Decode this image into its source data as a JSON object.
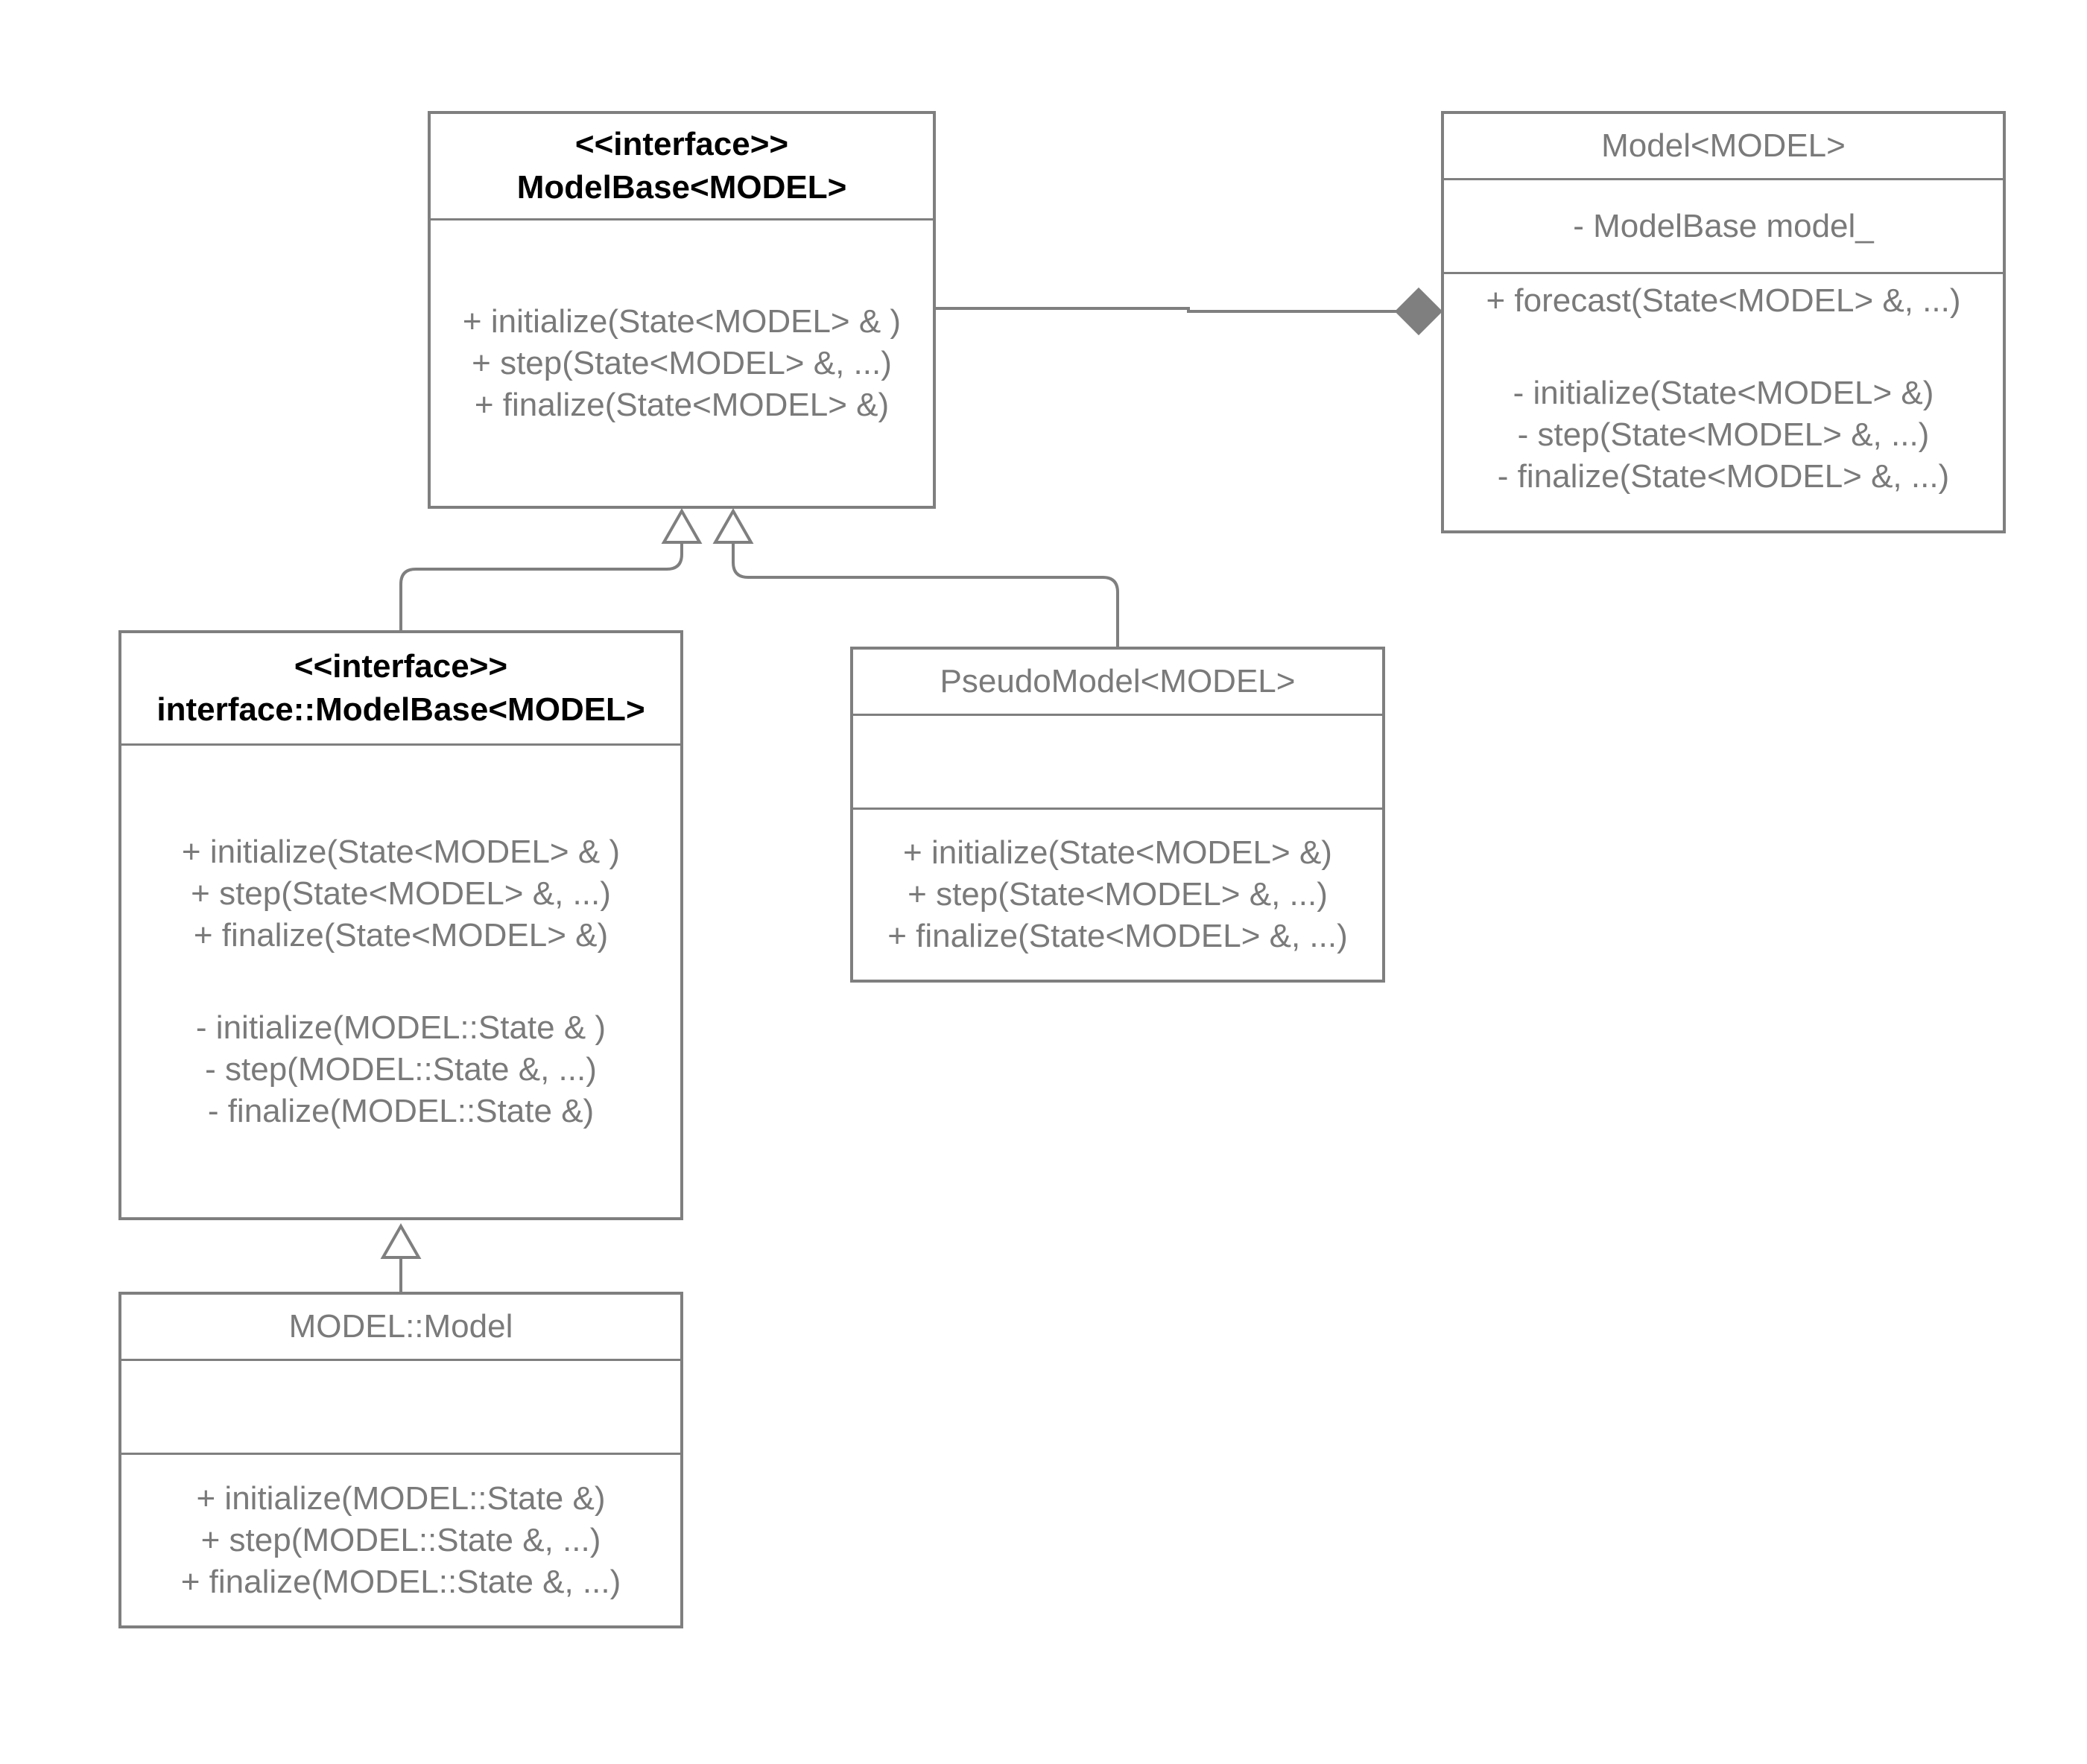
{
  "colors": {
    "line": "#7f7f7f",
    "text": "#7a7a7a",
    "header_text": "#000000",
    "background": "#ffffff"
  },
  "model_base": {
    "stereotype": "<<interface>>",
    "name": "ModelBase<MODEL>",
    "methods": [
      "+ initialize(State<MODEL> & )",
      "+ step(State<MODEL> &,  ...)",
      "+ finalize(State<MODEL> &)"
    ]
  },
  "model": {
    "name": "Model<MODEL>",
    "attribute": "- ModelBase model_",
    "public_methods": [
      "+ forecast(State<MODEL> &, ...)"
    ],
    "private_methods": [
      "- initialize(State<MODEL> &)",
      "- step(State<MODEL> &, ...)",
      "- finalize(State<MODEL> &, ...)"
    ]
  },
  "interface_model_base": {
    "stereotype": "<<interface>>",
    "name": "interface::ModelBase<MODEL>",
    "public_methods": [
      "+ initialize(State<MODEL> & )",
      "+ step(State<MODEL> &,  ...)",
      "+ finalize(State<MODEL> &)"
    ],
    "private_methods": [
      "- initialize(MODEL::State & )",
      "- step(MODEL::State &,  ...)",
      "- finalize(MODEL::State &)"
    ]
  },
  "pseudo_model": {
    "name": "PseudoModel<MODEL>",
    "methods": [
      "+ initialize(State<MODEL> &)",
      "+ step(State<MODEL> &, ...)",
      "+ finalize(State<MODEL> &, ...)"
    ]
  },
  "model_model": {
    "name": "MODEL::Model",
    "methods": [
      "+ initialize(MODEL::State &)",
      "+ step(MODEL::State &, ...)",
      "+ finalize(MODEL::State &, ...)"
    ]
  },
  "relations": [
    {
      "type": "composition",
      "from": "Model<MODEL>",
      "to": "ModelBase<MODEL>"
    },
    {
      "type": "inheritance",
      "from": "interface::ModelBase<MODEL>",
      "to": "ModelBase<MODEL>"
    },
    {
      "type": "inheritance",
      "from": "PseudoModel<MODEL>",
      "to": "ModelBase<MODEL>"
    },
    {
      "type": "inheritance",
      "from": "MODEL::Model",
      "to": "interface::ModelBase<MODEL>"
    }
  ]
}
